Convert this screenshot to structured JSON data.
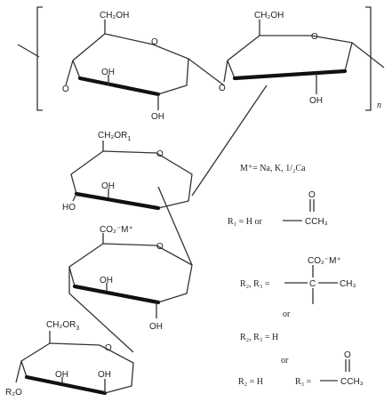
{
  "repeat": {
    "subscript": "n"
  },
  "backbone_ring1": {
    "ch2": "CH₂OH",
    "o": "O",
    "oh3": "OH",
    "oh2": "OH",
    "o4": "O"
  },
  "backbone_ring2": {
    "ch2": "CH₂OH",
    "o": "O",
    "oh": "OH",
    "o4": "O"
  },
  "side_ring1": {
    "ch2": "CH₂OR",
    "r": "1",
    "o": "O",
    "oh3": "OH",
    "oh4": "HO"
  },
  "side_ring2": {
    "co2": "CO₂⁻M⁺",
    "o": "O",
    "oh3": "OH",
    "oh2": "OH"
  },
  "side_ring3": {
    "ch2": "CH₂OR",
    "r": "3",
    "o": "O",
    "oh3": "OH",
    "oh2": "OH",
    "r2o": "R₂O"
  },
  "legend": {
    "counterion": "M⁺= Na, K, 1/₂Ca",
    "r1_text": "R₁ = H or",
    "acetyl_o": "O",
    "acetyl_group": "CCH₃",
    "r2r3_text": "R₂, R₃ =",
    "pyruvate_top": "CO₂⁻M⁺",
    "pyruvate_c": "C",
    "pyruvate_ch3": "CH₃",
    "or1": "or",
    "r2r3_h": "R₂, R₃ = H",
    "or2": "or",
    "r2_h": "R₂ = H",
    "r3_text": "R₃ =",
    "acetyl2_o": "O",
    "acetyl2_group": "CCH₃"
  }
}
